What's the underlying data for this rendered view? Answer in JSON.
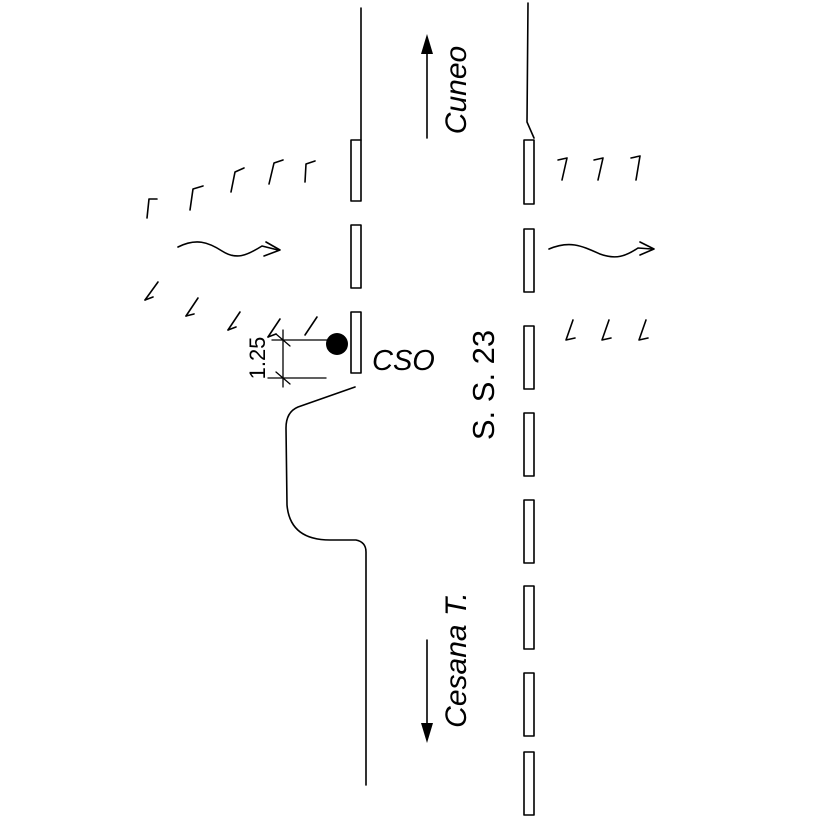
{
  "labels": {
    "north_direction": "Cuneo",
    "south_direction": "Cesana T.",
    "road": "S. S. 23",
    "station": "CSO",
    "offset_dimension": "1.25"
  },
  "colors": {
    "stroke": "#000000",
    "background": "#ffffff"
  },
  "icons": {
    "station_marker": "filled-circle",
    "direction_arrow": "arrow",
    "river_flow": "wavy-arrow",
    "embankment": "hatch-ticks"
  }
}
